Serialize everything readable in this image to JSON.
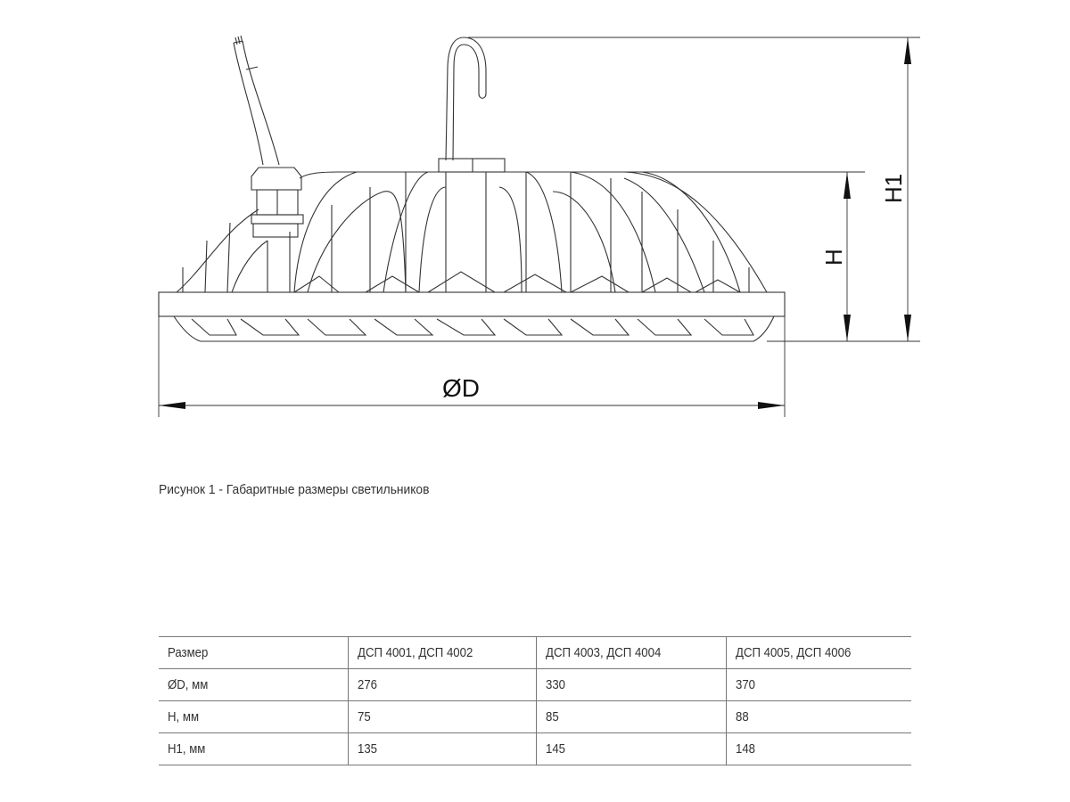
{
  "drawing": {
    "labels": {
      "diameter": "ØD",
      "height": "H",
      "total_height": "H1"
    }
  },
  "caption": "Рисунок 1 - Габаритные размеры светильников",
  "table": {
    "header": [
      "Размер",
      "ДСП 4001, ДСП 4002",
      "ДСП 4003, ДСП 4004",
      "ДСП 4005, ДСП 4006"
    ],
    "rows": [
      [
        "ØD, мм",
        "276",
        "330",
        "370"
      ],
      [
        "H, мм",
        "75",
        "85",
        "88"
      ],
      [
        "H1, мм",
        "135",
        "145",
        "148"
      ]
    ]
  }
}
